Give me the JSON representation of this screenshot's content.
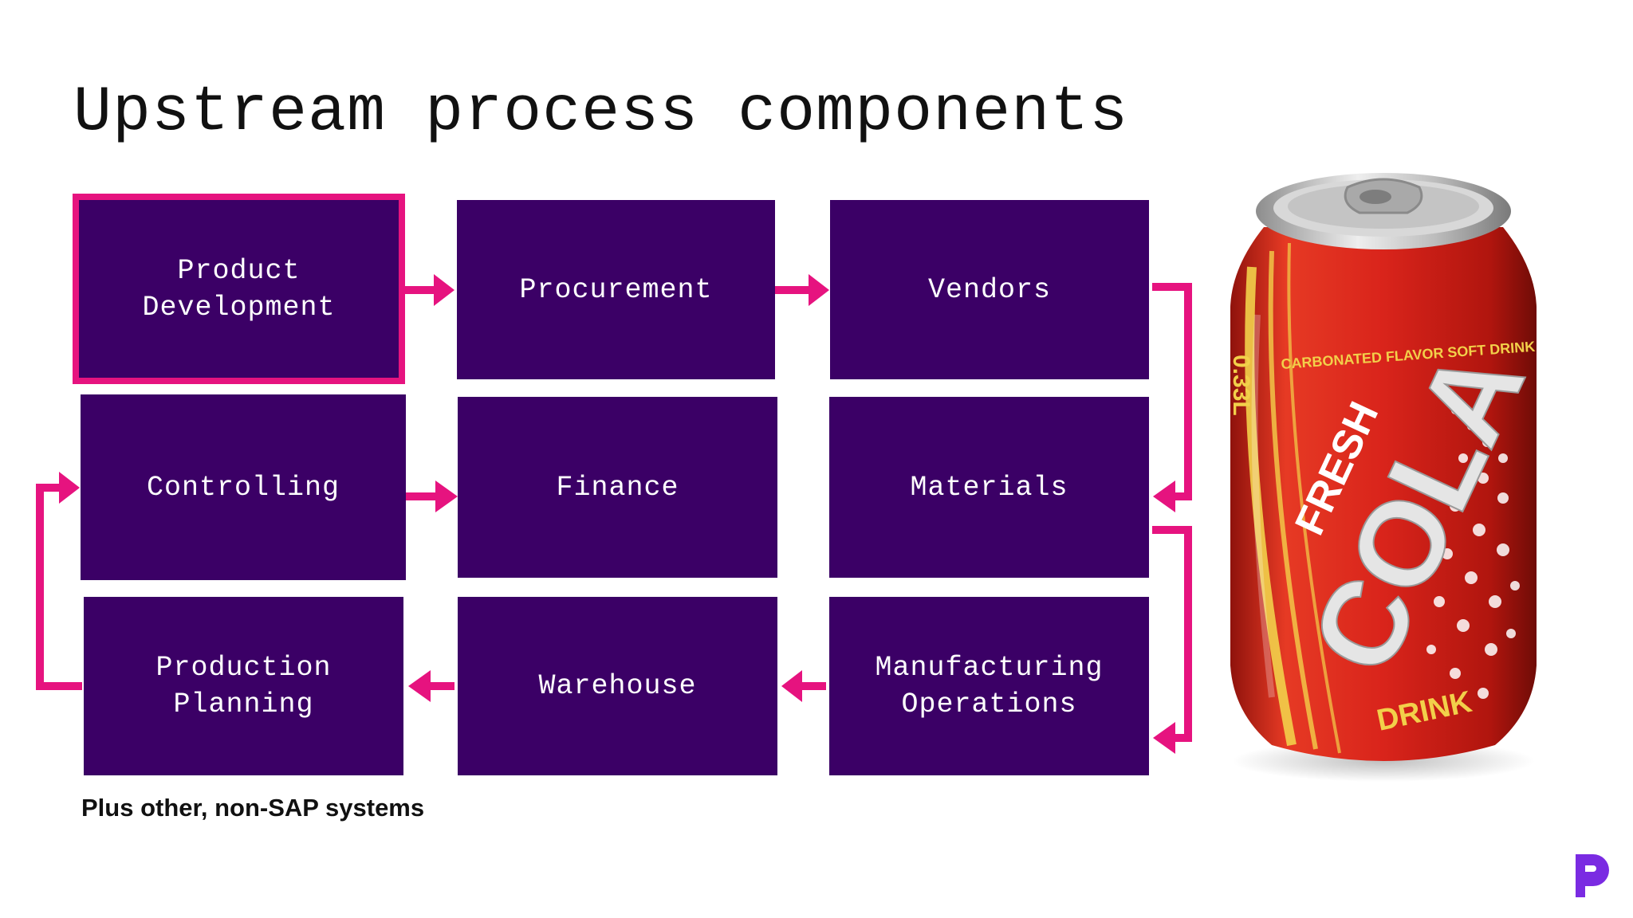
{
  "slide": {
    "title": "Upstream process components",
    "footnote": "Plus other, non-SAP systems"
  },
  "components": [
    {
      "id": "product-development",
      "label": "Product\nDevelopment",
      "highlighted": true
    },
    {
      "id": "procurement",
      "label": "Procurement"
    },
    {
      "id": "vendors",
      "label": "Vendors"
    },
    {
      "id": "controlling",
      "label": "Controlling"
    },
    {
      "id": "finance",
      "label": "Finance"
    },
    {
      "id": "materials",
      "label": "Materials"
    },
    {
      "id": "production-planning",
      "label": "Production\nPlanning"
    },
    {
      "id": "warehouse",
      "label": "Warehouse"
    },
    {
      "id": "manufacturing-operations",
      "label": "Manufacturing\nOperations"
    }
  ],
  "flows": [
    {
      "from": "product-development",
      "to": "procurement"
    },
    {
      "from": "procurement",
      "to": "vendors"
    },
    {
      "from": "vendors",
      "to": "materials"
    },
    {
      "from": "materials",
      "to": "manufacturing-operations"
    },
    {
      "from": "manufacturing-operations",
      "to": "warehouse"
    },
    {
      "from": "warehouse",
      "to": "production-planning"
    },
    {
      "from": "production-planning",
      "to": "controlling"
    },
    {
      "from": "controlling",
      "to": "finance"
    }
  ],
  "image": {
    "subject": "cola-can",
    "can_text": {
      "volume": "0.33L",
      "tagline": "CARBONATED FLAVOR SOFT DRINK",
      "brand_line1": "FRESH",
      "brand_line2": "COLA",
      "brand_line3": "DRINK"
    }
  },
  "colors": {
    "box_fill": "#3b0066",
    "accent": "#e6137f",
    "logo": "#7a2be2",
    "can_red": "#d9241b",
    "can_gold": "#f2d04a"
  },
  "icons": {
    "logo": "brand-logo-icon"
  }
}
